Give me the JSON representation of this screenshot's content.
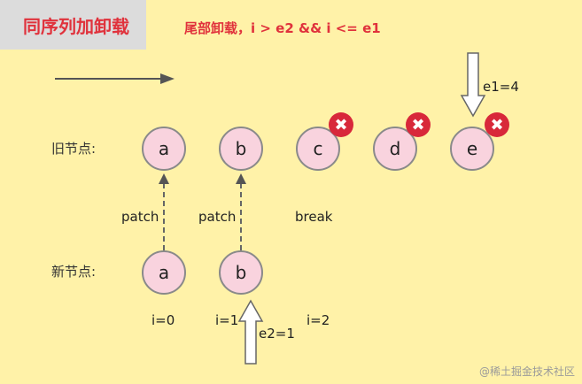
{
  "title_tag": "同序列加卸载",
  "header_rule": "尾部卸载，i > e2 && i <= e1",
  "rows": {
    "old_label": "旧节点:",
    "new_label": "新节点:"
  },
  "old_nodes": [
    {
      "letter": "a",
      "removed": false
    },
    {
      "letter": "b",
      "removed": false
    },
    {
      "letter": "c",
      "removed": true
    },
    {
      "letter": "d",
      "removed": true
    },
    {
      "letter": "e",
      "removed": true
    }
  ],
  "new_nodes": [
    {
      "letter": "a"
    },
    {
      "letter": "b"
    }
  ],
  "edge_labels": [
    "patch",
    "patch",
    "break"
  ],
  "indices": [
    "i=0",
    "i=1",
    "i=2"
  ],
  "e1_label": "e1=4",
  "e2_label": "e2=1",
  "remove_glyph": "✖",
  "watermark": "@稀土掘金技术社区",
  "colors": {
    "panel": "#fff2a8",
    "accent_red": "#e0323c",
    "node_fill": "#f9d3de",
    "node_border": "#8a8a8a"
  }
}
